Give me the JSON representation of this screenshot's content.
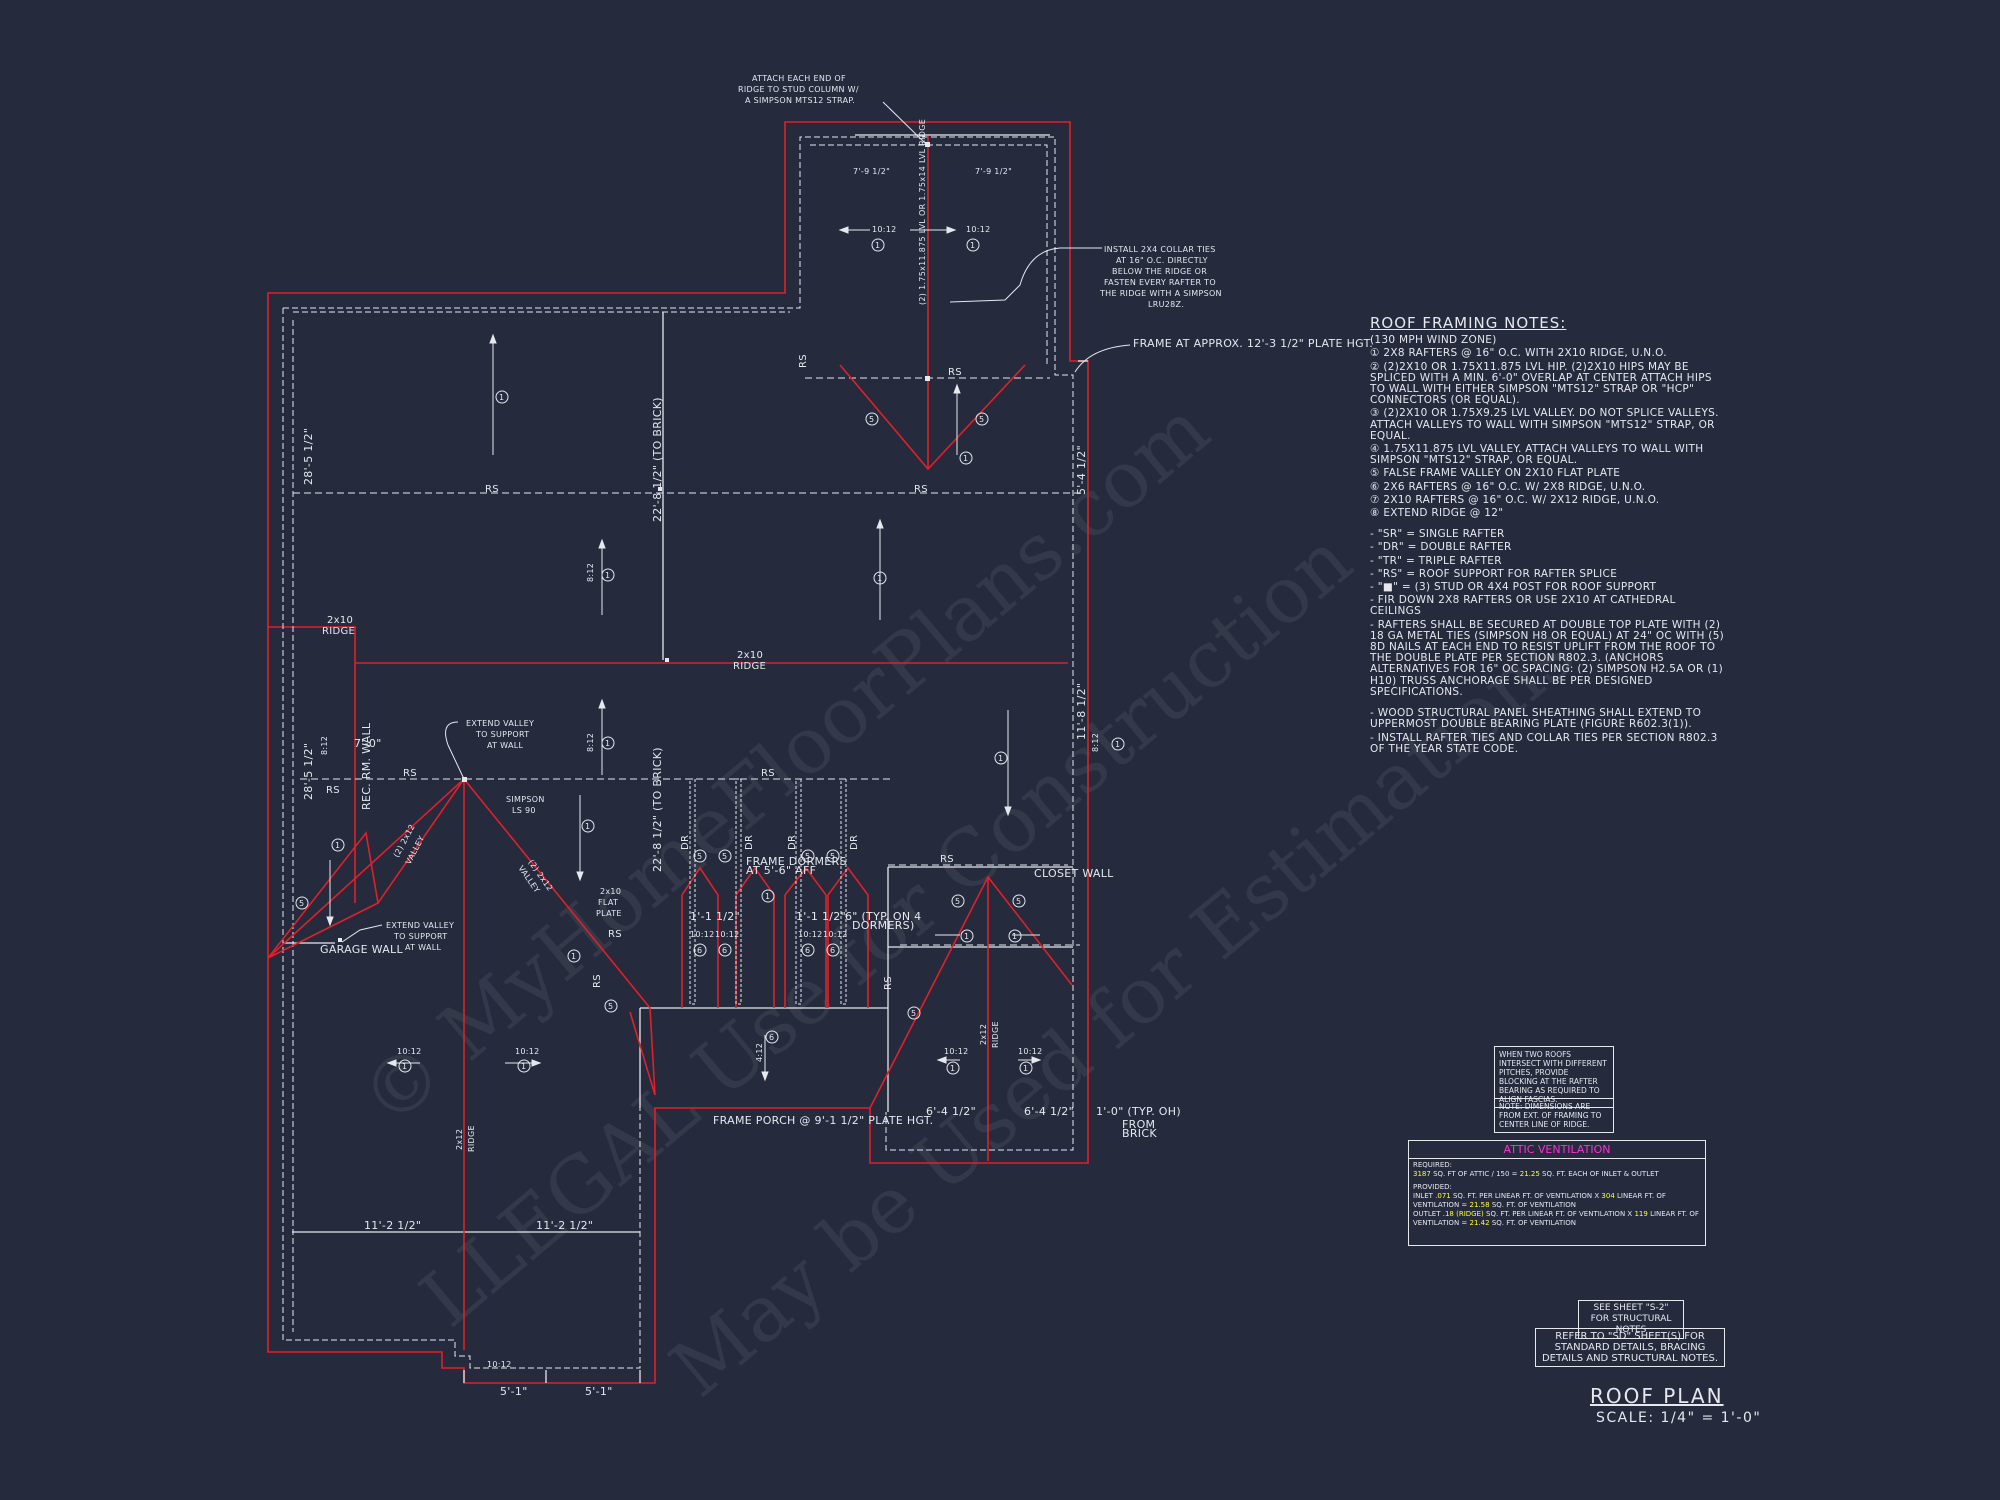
{
  "plan_labels": {
    "attach_ridge": [
      "ATTACH EACH END OF",
      "RIDGE TO STUD COLUMN W/",
      "A SIMPSON MTS12 STRAP."
    ],
    "collar_ties": [
      "INSTALL 2X4 COLLAR TIES",
      "AT 16\" O.C. DIRECTLY",
      "BELOW THE RIDGE OR",
      "FASTEN EVERY RAFTER TO",
      "THE RIDGE WITH A SIMPSON",
      "LRU28Z."
    ],
    "frame_at": "FRAME AT APPROX. 12'-3 1/2\" PLATE HGT.",
    "lvl_ridge": "(2) 1.75x11.875 LVL OR 1.75x14 LVL RIDGE",
    "dim_top_left": "7'-9 1/2\"",
    "dim_top_right": "7'-9 1/2\"",
    "pitch": "10:12",
    "pitch_8": "8:12",
    "pitch_4": "4:12",
    "rs": "RS",
    "dr": "DR",
    "ridge_2x10": "2x10",
    "ridge_word": "RIDGE",
    "ridge_2x12": "2x12",
    "extend_valley": [
      "EXTEND VALLEY",
      "TO SUPPORT",
      "AT WALL"
    ],
    "simpson": [
      "SIMPSON",
      "LS 90"
    ],
    "valley": [
      "(2) 2x12",
      "VALLEY"
    ],
    "flat_plate": [
      "2x10",
      "FLAT",
      "PLATE"
    ],
    "frame_dormers": [
      "FRAME DORMERS",
      "AT 5'-6\" AFF"
    ],
    "garage_wall": "GARAGE WALL",
    "closet_wall": "CLOSET WALL",
    "frame_porch": "FRAME PORCH @ 9'-1 1/2\" PLATE HGT.",
    "typ_dormers": [
      "6\" (TYP. ON 4",
      "DORMERS)"
    ],
    "typ_oh": [
      "1'-0\" (TYP. OH)",
      "FROM",
      "BRICK"
    ],
    "dim_28_5": "28'-5 1/2\"",
    "dim_22_8": "22'-8 1/2\" (TO BRICK)",
    "dim_11_8": "11'-8 1/2\"",
    "dim_5_4": "5'-4 1/2\"",
    "dim_7_0": "7'-0\"",
    "dim_6_4": "6'-4 1/2\"",
    "dim_11_2": "11'-2 1/2\"",
    "dim_5_1": "5'-1\"",
    "dim_1_1_2": "1'-1 1/2\"",
    "rec_wall": "REC. RM. WALL",
    "circle_1": "1",
    "circle_5": "5",
    "circle_6": "6"
  },
  "watermark": [
    "© MyHomeFloorPlans.com",
    "LLEGAL Use for Construction",
    "May be Used for Estimations"
  ],
  "notes": {
    "title": "ROOF FRAMING NOTES:",
    "items": [
      "(130 MPH WIND ZONE)",
      "① 2x8 RAFTERS @ 16\" O.C. WITH 2X10 RIDGE, U.N.O.",
      "② (2)2x10 OR 1.75x11.875 LVL HIP. (2)2x10 HIPS MAY BE SPLICED WITH A MIN. 6'-0\" OVERLAP AT CENTER ATTACH HIPS TO WALL WITH EITHER SIMPSON \"MTS12\" STRAP OR \"HCP\" CONNECTORS (OR EQUAL).",
      "③ (2)2x10 OR 1.75x9.25 LVL VALLEY. DO NOT SPLICE VALLEYS. ATTACH VALLEYS TO WALL WITH SIMPSON \"MTS12\" STRAP, OR EQUAL.",
      "④ 1.75x11.875 LVL VALLEY. ATTACH VALLEYS TO WALL WITH SIMPSON \"MTS12\" STRAP, OR EQUAL.",
      "⑤ FALSE FRAME VALLEY ON 2x10 FLAT PLATE",
      "⑥ 2x6 RAFTERS @ 16\" O.C. W/ 2x8 RIDGE, U.N.O.",
      "⑦ 2x10 RAFTERS @ 16\" O.C. W/ 2x12 RIDGE, U.N.O.",
      "⑧ EXTEND RIDGE @ 12\""
    ],
    "bullets": [
      "\"SR\" = SINGLE RAFTER",
      "\"DR\" = DOUBLE RAFTER",
      "\"TR\" = TRIPLE RAFTER",
      "\"RS\" = ROOF SUPPORT FOR RAFTER SPLICE",
      "\"■\" = (3) STUD OR 4x4 POST FOR ROOF SUPPORT",
      "FIR DOWN 2x8 RAFTERS OR USE 2x10 AT CATHEDRAL CEILINGS",
      "RAFTERS SHALL BE SECURED AT DOUBLE TOP PLATE WITH (2) 18 GA METAL TIES (SIMPSON H8 OR EQUAL) AT 24\" OC WITH (5) 8d NAILS AT EACH END TO RESIST UPLIFT FROM THE ROOF TO THE DOUBLE PLATE PER SECTION R802.3. (ANCHORS ALTERNATIVES FOR 16\" OC SPACING: (2) SIMPSON H2.5A OR (1) H10) TRUSS ANCHORAGE SHALL BE PER DESIGNED SPECIFICATIONS."
    ],
    "bullets2": [
      "WOOD STRUCTURAL PANEL SHEATHING SHALL EXTEND TO UPPERMOST DOUBLE BEARING PLATE (FIGURE R602.3(1)).",
      "INSTALL RAFTER TIES AND COLLAR TIES PER SECTION R802.3 OF THE YEAR STATE CODE."
    ]
  },
  "boxes": {
    "intersect": "WHEN TWO ROOFS INTERSECT WITH DIFFERENT PITCHES, PROVIDE BLOCKING AT THE RAFTER BEARING AS REQUIRED TO ALIGN FASCIAS.",
    "note": "NOTE: DIMENSIONS ARE FROM EXT. OF FRAMING TO CENTER LINE OF RIDGE."
  },
  "ventilation": {
    "title": "ATTIC VENTILATION",
    "required_label": "REQUIRED:",
    "required_value": "3187",
    "required_text": "SQ. FT OF ATTIC / 150 =",
    "required_result": "21.25",
    "required_suffix": "SQ. FT. EACH OF INLET & OUTLET",
    "provided_label": "PROVIDED:",
    "inlet_label": "INLET",
    "inlet_value": ".071",
    "inlet_text": "SQ. FT. PER LINEAR FT. OF VENTILATION",
    "inlet_x": "x",
    "inlet_linear": "304",
    "inlet_linear_text": "LINEAR FT. OF VENTILATION",
    "inlet_eq": "=",
    "inlet_total": "21.58",
    "inlet_total_text": "SQ. FT. OF VENTILATION",
    "outlet_label": "OUTLET",
    "outlet_value": ".18",
    "outlet_ridge": "(RIDGE)",
    "outlet_text": "SQ. FT. PER LINEAR FT. OF VENTILATION",
    "outlet_x": "x",
    "outlet_linear": "119",
    "outlet_linear_text": "LINEAR FT. OF VENTILATION",
    "outlet_eq": "=",
    "outlet_total": "21.42",
    "outlet_total_text": "SQ. FT. OF VENTILATION"
  },
  "refs": {
    "see_sheet": "SEE SHEET \"S-2\" FOR STRUCTURAL NOTES",
    "refer_to": "REFER TO \"SD\" SHEET(S) FOR STANDARD DETAILS, BRACING DETAILS AND STRUCTURAL NOTES."
  },
  "title": "ROOF PLAN",
  "scale": "SCALE: 1/4\" = 1'-0\"",
  "colors": {
    "background": "#252a3d",
    "red": "#e0202a",
    "white": "#e6e8ee",
    "magenta": "#ff2fd8",
    "yellow": "#ffff33"
  }
}
